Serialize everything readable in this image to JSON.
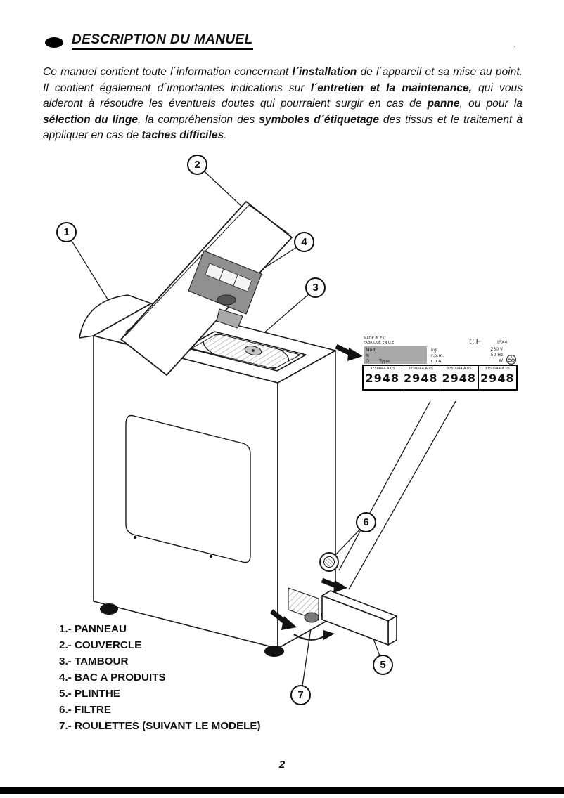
{
  "page": {
    "number": "2"
  },
  "header": {
    "title": "DESCRIPTION DU MANUEL",
    "stray_mark": "'"
  },
  "intro": {
    "segments": [
      {
        "t": "Ce manuel contient toute l´information concernant ",
        "b": false
      },
      {
        "t": "l´installation",
        "b": true
      },
      {
        "t": " de l´appareil et sa mise au point. Il contient également d´importantes indications sur ",
        "b": false
      },
      {
        "t": "l´entretien et la maintenance,",
        "b": true
      },
      {
        "t": " qui vous aideront à résoudre les éventuels doutes qui pourraient surgir en cas de ",
        "b": false
      },
      {
        "t": "panne",
        "b": true
      },
      {
        "t": ", ou pour la ",
        "b": false
      },
      {
        "t": "sélection du linge",
        "b": true
      },
      {
        "t": ", la compréhension des ",
        "b": false
      },
      {
        "t": "symboles d´étiquetage",
        "b": true
      },
      {
        "t": " des tissus et le traitement à appliquer en cas de ",
        "b": false
      },
      {
        "t": "taches difficiles",
        "b": true
      },
      {
        "t": ".",
        "b": false
      }
    ]
  },
  "diagram": {
    "callouts": [
      "1",
      "2",
      "3",
      "4",
      "5",
      "6",
      "7"
    ],
    "rating_plate": {
      "made_in_1": "MADE IN E.U",
      "made_in_2": "FABRIQUÉ EN U.E",
      "field_mod": "Mod",
      "field_n": "N",
      "field_g": "G",
      "field_type": "Type.",
      "unit_kg": "kg",
      "unit_rpm": "r.p.m.",
      "unit_a": "A",
      "ce_mark": "CE",
      "ip_rating": "IPX4",
      "volts": "230 V",
      "hz": "50 Hz",
      "watts": "W",
      "code_labels": [
        "3750044 A 05",
        "3750044 A 05",
        "3750044 A 05",
        "3750044 A 05"
      ],
      "codes": [
        "2948",
        "2948",
        "2948",
        "2948"
      ]
    }
  },
  "legend": {
    "items": [
      "1.- PANNEAU",
      "2.- COUVERCLE",
      "3.- TAMBOUR",
      "4.- BAC A PRODUITS",
      "5.- PLINTHE",
      "6.- FILTRE",
      "7.- ROULETTES (SUIVANT LE MODELE)"
    ]
  }
}
